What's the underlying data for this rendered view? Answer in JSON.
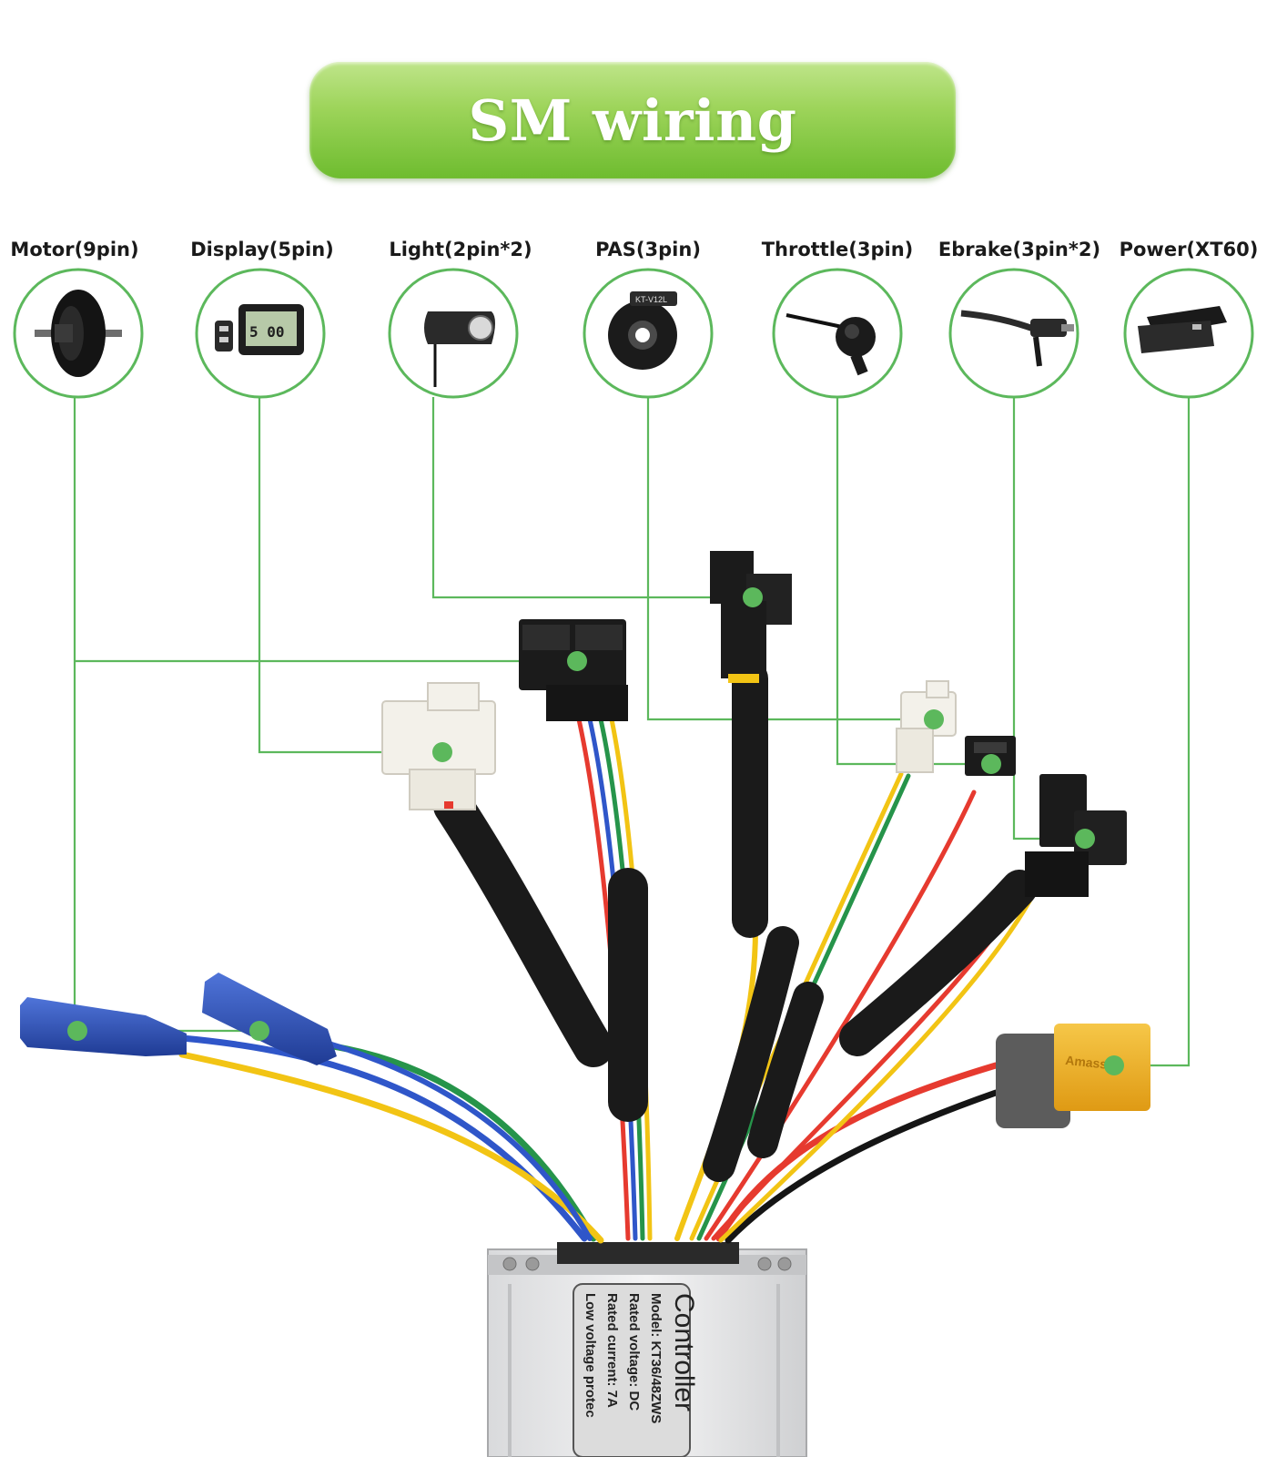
{
  "title": "SM wiring",
  "components": [
    {
      "label": "Motor(9pin)",
      "icon": "hub-motor-icon"
    },
    {
      "label": "Display(5pin)",
      "icon": "lcd-display-icon"
    },
    {
      "label": "Light(2pin*2)",
      "icon": "headlight-icon"
    },
    {
      "label": "PAS(3pin)",
      "icon": "pas-sensor-icon"
    },
    {
      "label": "Throttle(3pin)",
      "icon": "thumb-throttle-icon"
    },
    {
      "label": "Ebrake(3pin*2)",
      "icon": "brake-lever-icon"
    },
    {
      "label": "Power(XT60)",
      "icon": "xt60-connector-icon"
    }
  ],
  "display_readout": "5 00",
  "pas_sensor_text": "KT-V12L",
  "xt60_text": "Amass",
  "controller_label": {
    "title": "Controller",
    "lines": [
      "Model:  KT36/48ZWS",
      "Rated voltage:  DC",
      "Rated current:  7A",
      "Low voltage protec"
    ]
  },
  "colors": {
    "accent_green": "#5cb85c",
    "banner_green": "#8fcd4a",
    "connector_black": "#1b1b1b",
    "connector_white": "#f3f1ea",
    "xt60_yellow": "#f0b424",
    "bullet_blue": "#2c4fb8"
  }
}
